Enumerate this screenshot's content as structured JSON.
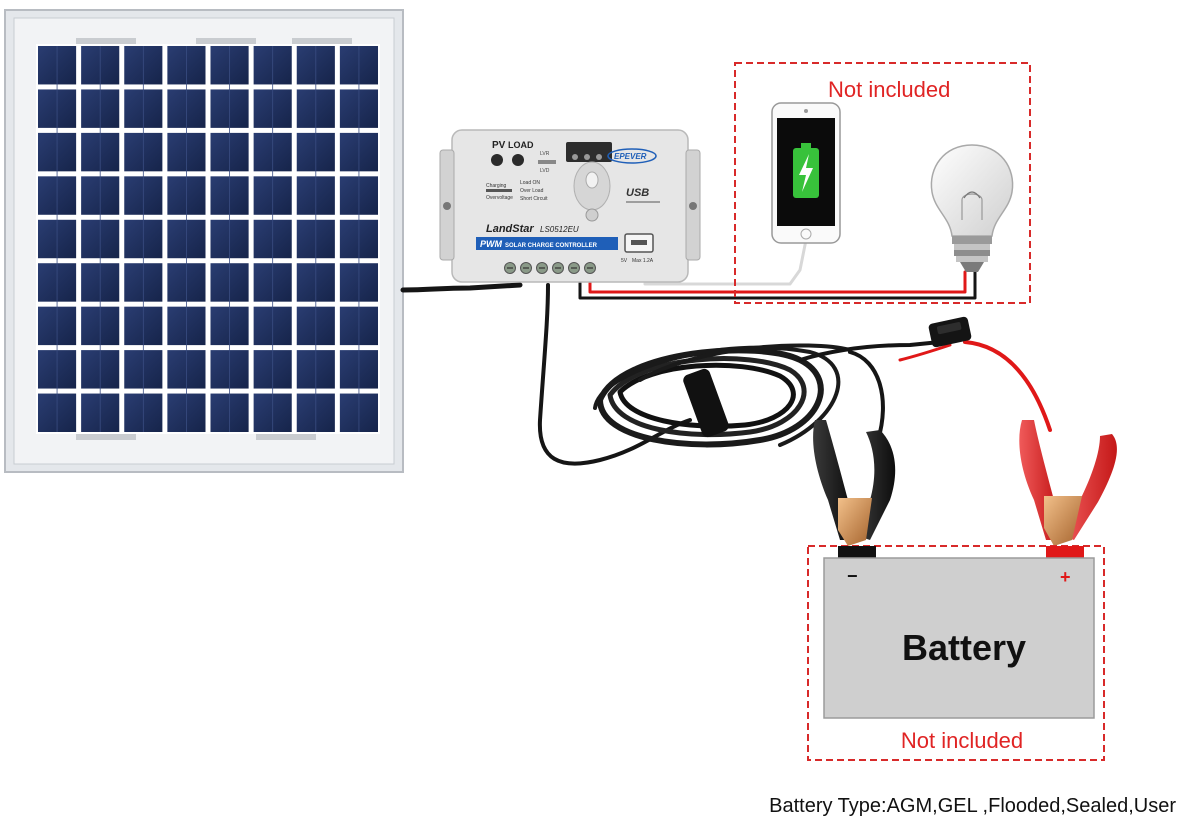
{
  "callouts": {
    "top_not_included": "Not included",
    "bottom_not_included": "Not included"
  },
  "controller": {
    "pv_label": "PV",
    "load_label": "LOAD",
    "brand": "EPEVER",
    "model_name": "LandStar",
    "model_number": "LS0512EU",
    "pwm_label": "PWM",
    "pwm_desc": "SOLAR CHARGE CONTROLLER",
    "usb_label": "USB",
    "usb_spec_volts": "5V",
    "usb_spec_amps": "Max 1.2A",
    "lvr_label": "LVR",
    "lvd_label": "LVD",
    "charging_label": "Charging",
    "overvoltage_label": "Overvoltage",
    "load_on_label": "Load ON",
    "overload_label": "Over Load",
    "short_circuit_label": "Short Circuit"
  },
  "battery": {
    "label": "Battery",
    "neg_sign": "−",
    "pos_sign": "+"
  },
  "footer": {
    "battery_types": "Battery Type:AGM,GEL ,Flooded,Sealed,User"
  },
  "colors": {
    "dashed_border": "#d82a2a",
    "callout_text": "#e02424",
    "panel_cell": "#1c2d5a",
    "panel_frame": "#e4e7eb",
    "controller_body": "#e6e6e6",
    "pwm_band": "#1f5fb8",
    "battery_body": "#cfcfcf",
    "wire_red": "#e01818",
    "wire_black": "#151515",
    "usb_cable": "#f2f2f2",
    "phone_charge": "#38c23b"
  }
}
